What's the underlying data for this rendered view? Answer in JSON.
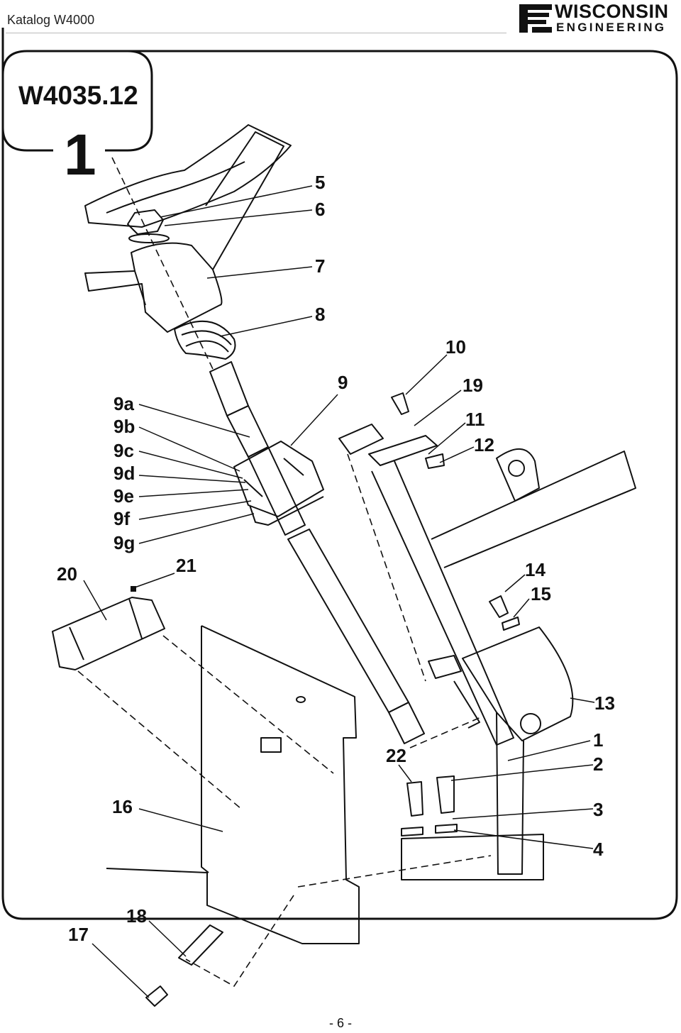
{
  "header": {
    "title": "Katalog W4000"
  },
  "logo": {
    "line1": "WISCONSIN",
    "line2": "ENGINEERING"
  },
  "document": {
    "code": "W4035.12",
    "group": "1"
  },
  "footer": {
    "page_label": "- 6 -"
  },
  "callouts": {
    "c5": "5",
    "c6": "6",
    "c7": "7",
    "c8": "8",
    "c9": "9",
    "c9a": "9a",
    "c9b": "9b",
    "c9c": "9c",
    "c9d": "9d",
    "c9e": "9e",
    "c9f": "9f",
    "c9g": "9g",
    "c10": "10",
    "c11": "11",
    "c12": "12",
    "c13": "13",
    "c14": "14",
    "c15": "15",
    "c16": "16",
    "c17": "17",
    "c18": "18",
    "c19": "19",
    "c20": "20",
    "c21": "21",
    "c22": "22",
    "c1": "1",
    "c2": "2",
    "c3": "3",
    "c4": "4"
  }
}
